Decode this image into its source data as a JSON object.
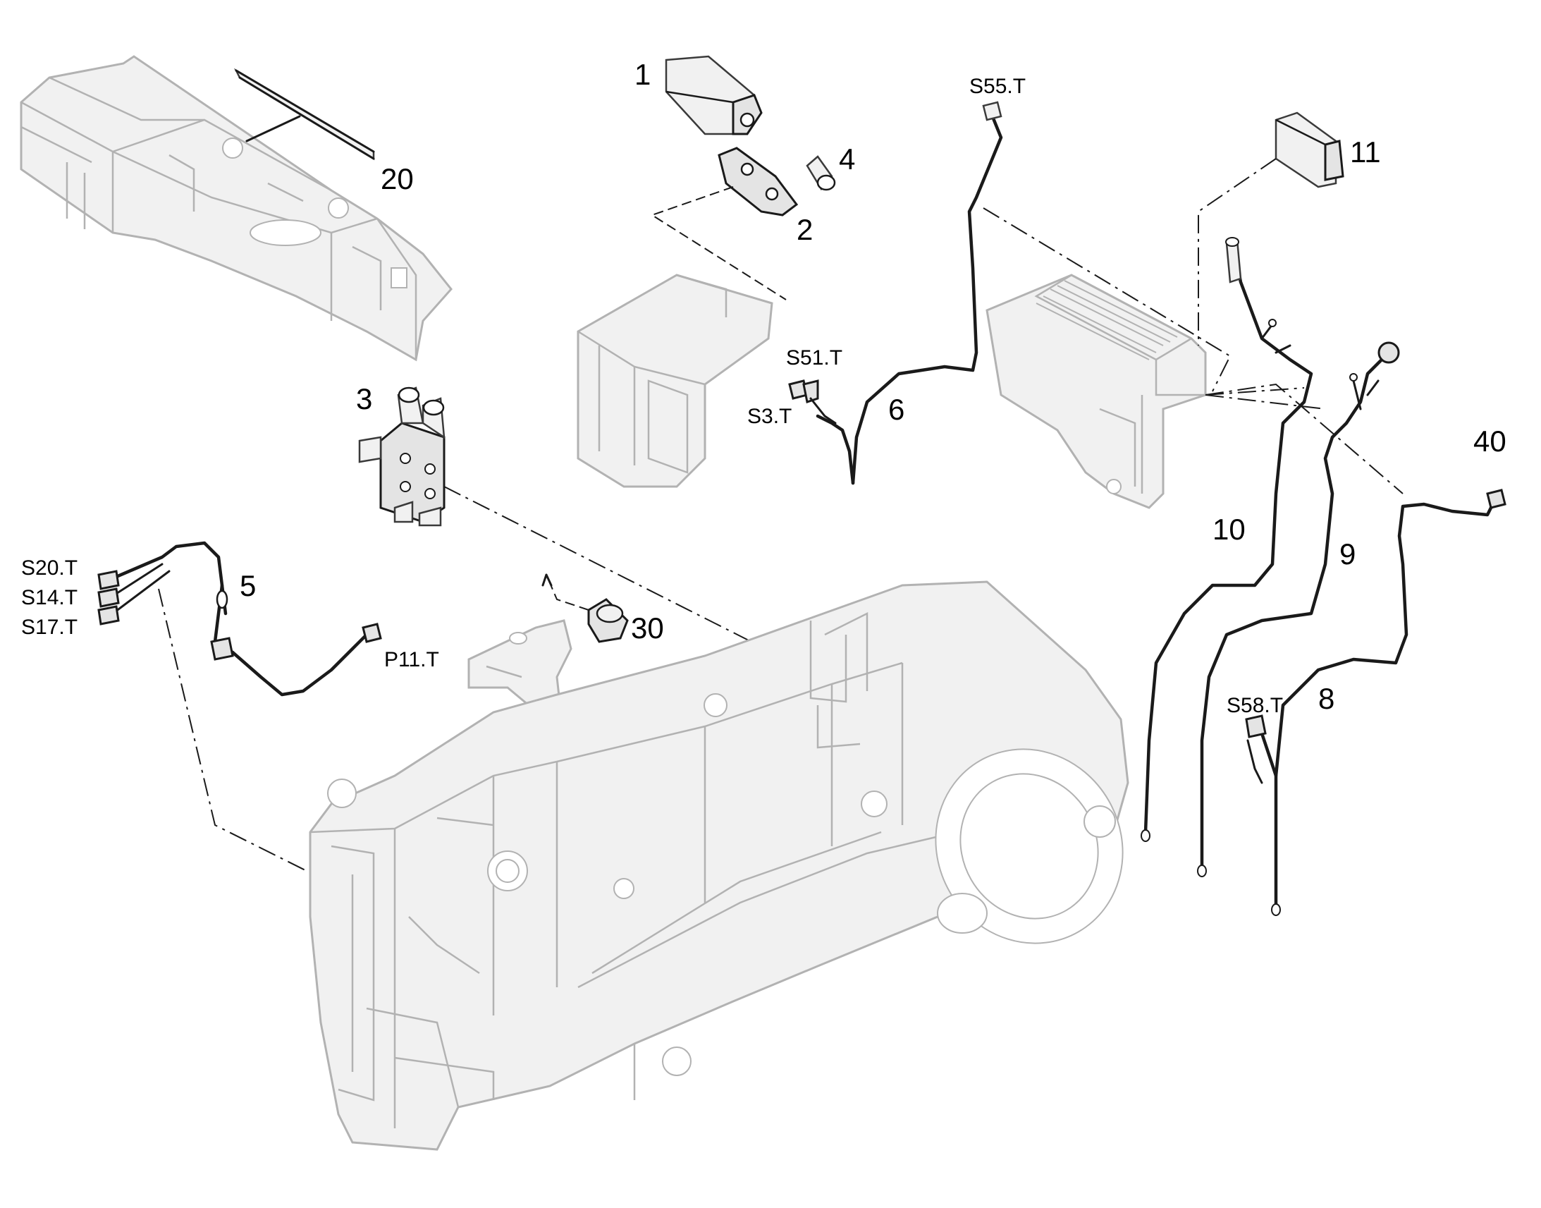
{
  "diagram": {
    "callouts": [
      {
        "id": "1",
        "text": "1"
      },
      {
        "id": "2",
        "text": "2"
      },
      {
        "id": "3",
        "text": "3"
      },
      {
        "id": "4",
        "text": "4"
      },
      {
        "id": "5",
        "text": "5"
      },
      {
        "id": "6",
        "text": "6"
      },
      {
        "id": "8",
        "text": "8"
      },
      {
        "id": "9",
        "text": "9"
      },
      {
        "id": "10",
        "text": "10"
      },
      {
        "id": "11",
        "text": "11"
      },
      {
        "id": "20",
        "text": "20"
      },
      {
        "id": "30",
        "text": "30"
      },
      {
        "id": "40",
        "text": "40"
      }
    ],
    "connectors": [
      {
        "id": "S55",
        "text": "S55.T"
      },
      {
        "id": "S51",
        "text": "S51.T"
      },
      {
        "id": "S3",
        "text": "S3.T"
      },
      {
        "id": "S20",
        "text": "S20.T"
      },
      {
        "id": "S14",
        "text": "S14.T"
      },
      {
        "id": "S17",
        "text": "S17.T"
      },
      {
        "id": "P11",
        "text": "P11.T"
      },
      {
        "id": "S58",
        "text": "S58.T"
      }
    ]
  }
}
